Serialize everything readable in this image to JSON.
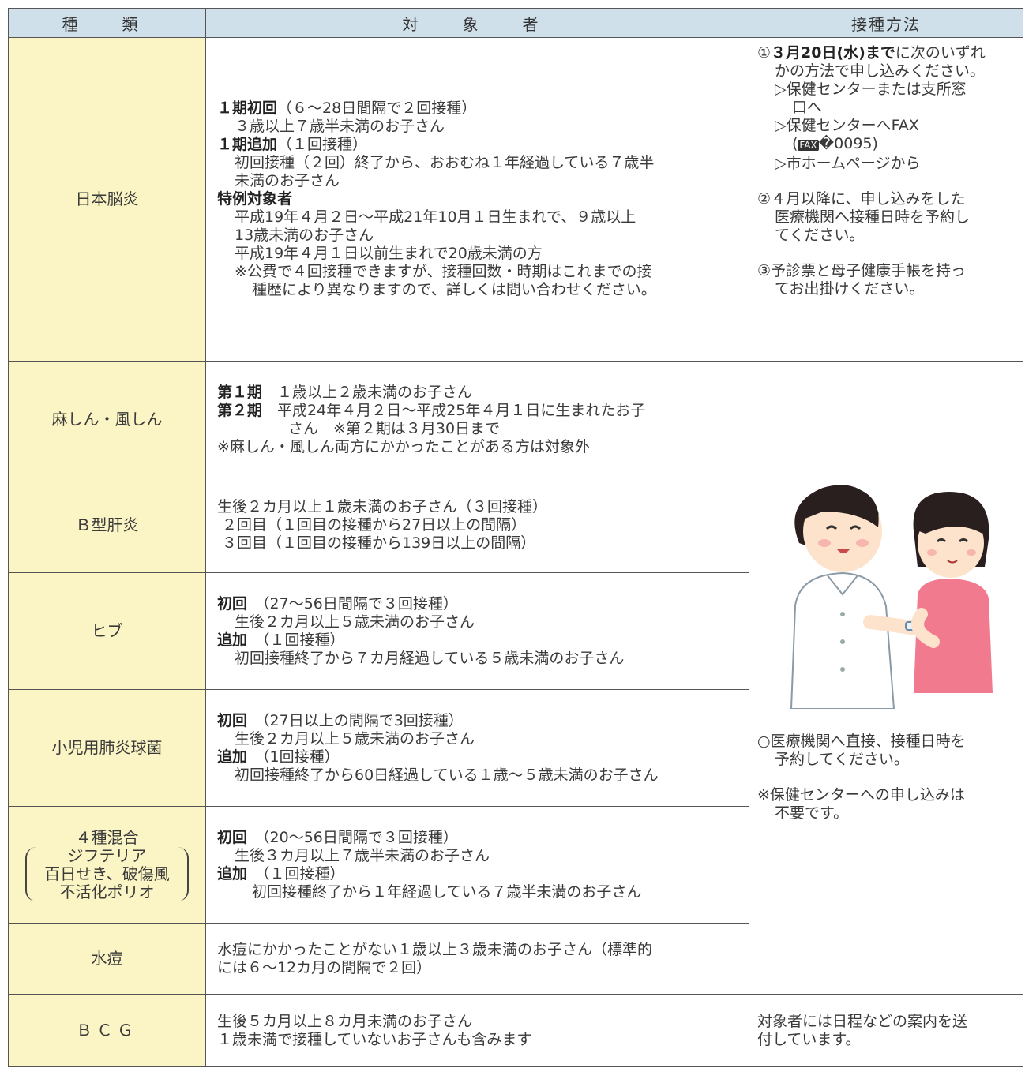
{
  "headers": {
    "type": "種　類",
    "target": "対　象　者",
    "method": "接種方法"
  },
  "rows": {
    "je": {
      "type": "日本脳炎",
      "lines": [
        {
          "b": "１期初回",
          "t": "（６～28日間隔で２回接種）"
        },
        {
          "t": "３歳以上７歳半未満のお子さん"
        },
        {
          "b": "１期追加",
          "t": "（１回接種）"
        },
        {
          "t": "初回接種（２回）終了から、おおむね１年経過している７歳半"
        },
        {
          "t": "未満のお子さん"
        },
        {
          "b": "特例対象者"
        },
        {
          "t": "平成19年４月２日～平成21年10月１日生まれで、９歳以上"
        },
        {
          "t": "13歳未満のお子さん"
        },
        {
          "t": "平成19年４月１日以前生まれで20歳未満の方"
        },
        {
          "t": "※公費で４回接種できますが、接種回数・時期はこれまでの接"
        },
        {
          "t": "種歴により異なりますので、詳しくは問い合わせください。"
        }
      ]
    },
    "mr": {
      "type": "麻しん・風しん",
      "lines": [
        {
          "b": "第１期",
          "t": "１歳以上２歳未満のお子さん"
        },
        {
          "b": "第２期",
          "t": "平成24年４月２日～平成25年４月１日に生まれたお子"
        },
        {
          "t": "さん　※第２期は３月30日まで"
        },
        {
          "t": "※麻しん・風しん両方にかかったことがある方は対象外"
        }
      ]
    },
    "hb": {
      "type": "Ｂ型肝炎",
      "lines": [
        {
          "t": "生後２カ月以上１歳未満のお子さん（３回接種）"
        },
        {
          "t": "２回目（１回目の接種から27日以上の間隔）"
        },
        {
          "t": "３回目（１回目の接種から139日以上の間隔）"
        }
      ]
    },
    "hib": {
      "type": "ヒブ",
      "lines": [
        {
          "b": "初回",
          "t": "（27～56日間隔で３回接種）"
        },
        {
          "t": "生後２カ月以上５歳未満のお子さん"
        },
        {
          "b": "追加",
          "t": "（１回接種）"
        },
        {
          "t": "初回接種終了から７カ月経過している５歳未満のお子さん"
        }
      ]
    },
    "pc": {
      "type": "小児用肺炎球菌",
      "lines": [
        {
          "b": "初回",
          "t": "（27日以上の間隔で3回接種）"
        },
        {
          "t": "生後２カ月以上５歳未満のお子さん"
        },
        {
          "b": "追加",
          "t": "（1回接種）"
        },
        {
          "t": "初回接種終了から60日経過している１歳～５歳未満のお子さん"
        }
      ]
    },
    "dpt": {
      "type_lines": [
        "４種混合",
        "ジフテリア",
        "百日せき、破傷風",
        "不活化ポリオ"
      ],
      "lines": [
        {
          "b": "初回",
          "t": "（20～56日間隔で３回接種）"
        },
        {
          "t": "生後３カ月以上７歳半未満のお子さん"
        },
        {
          "b": "追加",
          "t": "（１回接種）"
        },
        {
          "t": "初回接種終了から１年経過している７歳半未満のお子さん"
        }
      ]
    },
    "vz": {
      "type": "水痘",
      "lines": [
        {
          "t": "水痘にかかったことがない１歳以上３歳未満のお子さん（標準的"
        },
        {
          "t": "には６～12カ月の間隔で２回）"
        }
      ]
    },
    "bcg": {
      "type": "ＢＣＧ",
      "lines": [
        {
          "t": "生後５カ月以上８カ月未満のお子さん"
        },
        {
          "t": "１歳未満で接種していないお子さんも含みます"
        }
      ]
    }
  },
  "method": {
    "je": {
      "m1_prefix": "①",
      "m1_bold": "３月20日(水)まで",
      "m1_rest": "に次のいずれ",
      "m1_cont": "かの方法で申し込みください。",
      "opt1a": "▷保健センターまたは支所窓",
      "opt1b": "口へ",
      "opt2": "▷保健センターへFAX",
      "fax_open": "(",
      "fax_icon": "FAX",
      "fax_num": "�0095)",
      "opt3": "▷市ホームページから",
      "m2a": "②４月以降に、申し込みをした",
      "m2b": "医療機関へ接種日時を予約し",
      "m2c": "てください。",
      "m3a": "③予診票と母子健康手帳を持っ",
      "m3b": "てお出掛けください。"
    },
    "shared": {
      "illustration": "nurse-vaccinating-child",
      "n1a": "○医療機関へ直接、接種日時を",
      "n1b": "予約してください。",
      "n2a": "※保健センターへの申し込みは",
      "n2b": "不要です。"
    },
    "bcg": {
      "a": "対象者には日程などの案内を送",
      "b": "付しています。"
    }
  }
}
